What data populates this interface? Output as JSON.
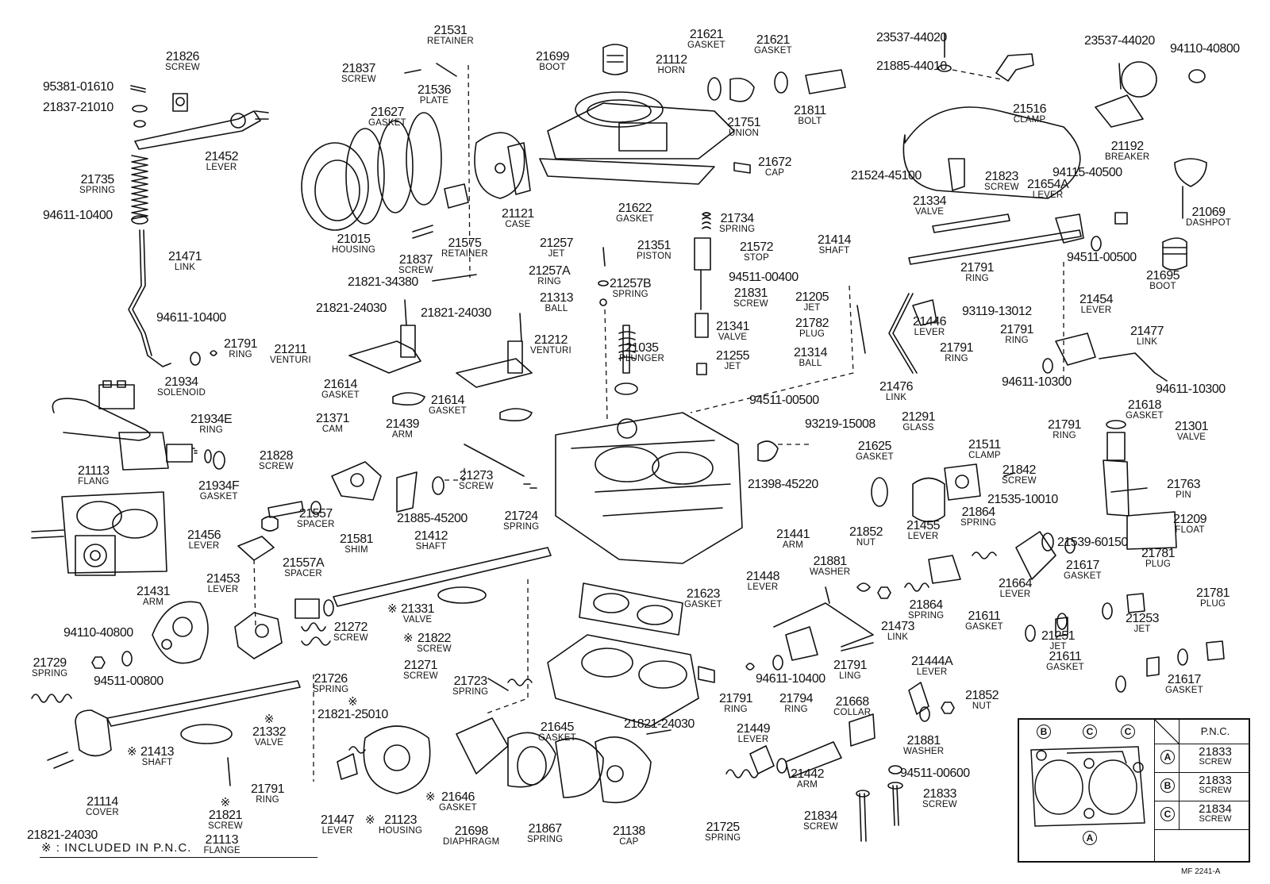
{
  "parts": [
    {
      "num": "21826",
      "name": "SCREW"
    },
    {
      "num": "95381-01610",
      "name": ""
    },
    {
      "num": "21837-21010",
      "name": ""
    },
    {
      "num": "21452",
      "name": "LEVER"
    },
    {
      "num": "21735",
      "name": "SPRING"
    },
    {
      "num": "94611-10400",
      "name": ""
    },
    {
      "num": "21471",
      "name": "LINK"
    },
    {
      "num": "94611-10400",
      "name": ""
    },
    {
      "num": "21791",
      "name": "RING"
    },
    {
      "num": "21934",
      "name": "SOLENOID"
    },
    {
      "num": "21934E",
      "name": "RING"
    },
    {
      "num": "21934F",
      "name": "GASKET"
    },
    {
      "num": "21113",
      "name": "FLANG"
    },
    {
      "num": "21531",
      "name": "RETAINER"
    },
    {
      "num": "21837",
      "name": "SCREW"
    },
    {
      "num": "21536",
      "name": "PLATE"
    },
    {
      "num": "21627",
      "name": "GASKET"
    },
    {
      "num": "21015",
      "name": "HOUSING"
    },
    {
      "num": "21575",
      "name": "RETAINER"
    },
    {
      "num": "21837",
      "name": "SCREW"
    },
    {
      "num": "21121",
      "name": "CASE"
    },
    {
      "num": "21821-34380",
      "name": ""
    },
    {
      "num": "21821-24030",
      "name": ""
    },
    {
      "num": "21211",
      "name": "VENTURI"
    },
    {
      "num": "21614",
      "name": "GASKET"
    },
    {
      "num": "21821-24030",
      "name": ""
    },
    {
      "num": "21212",
      "name": "VENTURI"
    },
    {
      "num": "21614",
      "name": "GASKET"
    },
    {
      "num": "21699",
      "name": "BOOT"
    },
    {
      "num": "21621",
      "name": "GASKET"
    },
    {
      "num": "21621",
      "name": "GASKET"
    },
    {
      "num": "21112",
      "name": "HORN"
    },
    {
      "num": "21811",
      "name": "BOLT"
    },
    {
      "num": "21751",
      "name": "UNION"
    },
    {
      "num": "21672",
      "name": "CAP"
    },
    {
      "num": "21622",
      "name": "GASKET"
    },
    {
      "num": "21257",
      "name": "JET"
    },
    {
      "num": "21257A",
      "name": "RING"
    },
    {
      "num": "21257B",
      "name": "SPRING"
    },
    {
      "num": "21313",
      "name": "BALL"
    },
    {
      "num": "21734",
      "name": "SPRING"
    },
    {
      "num": "21351",
      "name": "PISTON"
    },
    {
      "num": "21572",
      "name": "STOP"
    },
    {
      "num": "94511-00400",
      "name": ""
    },
    {
      "num": "21831",
      "name": "SCREW"
    },
    {
      "num": "21205",
      "name": "JET"
    },
    {
      "num": "21782",
      "name": "PLUG"
    },
    {
      "num": "21341",
      "name": "VALVE"
    },
    {
      "num": "21035",
      "name": "PLUNGER"
    },
    {
      "num": "21255",
      "name": "JET"
    },
    {
      "num": "21314",
      "name": "BALL"
    },
    {
      "num": "21371",
      "name": "CAM"
    },
    {
      "num": "21439",
      "name": "ARM"
    },
    {
      "num": "21828",
      "name": "SCREW"
    },
    {
      "num": "21557",
      "name": "SPACER"
    },
    {
      "num": "21885-45200",
      "name": ""
    },
    {
      "num": "21273",
      "name": "SCREW"
    },
    {
      "num": "21724",
      "name": "SPRING"
    },
    {
      "num": "21456",
      "name": "LEVER"
    },
    {
      "num": "21581",
      "name": "SHIM"
    },
    {
      "num": "21412",
      "name": "SHAFT"
    },
    {
      "num": "21557A",
      "name": "SPACER"
    },
    {
      "num": "21453",
      "name": "LEVER"
    },
    {
      "num": "21431",
      "name": "ARM"
    },
    {
      "num": "94110-40800",
      "name": ""
    },
    {
      "num": "94511-00800",
      "name": ""
    },
    {
      "num": "21729",
      "name": "SPRING"
    },
    {
      "num": "21331",
      "name": "VALVE",
      "star": true
    },
    {
      "num": "21272",
      "name": "SCREW"
    },
    {
      "num": "21726",
      "name": "SPRING"
    },
    {
      "num": "21822",
      "name": "SCREW",
      "star": true
    },
    {
      "num": "21271",
      "name": "SCREW"
    },
    {
      "num": "21723",
      "name": "SPRING"
    },
    {
      "num": "21821-25010",
      "name": "",
      "star": true
    },
    {
      "num": "21413",
      "name": "SHAFT",
      "star": true
    },
    {
      "num": "21332",
      "name": "VALVE",
      "star": true
    },
    {
      "num": "21114",
      "name": "COVER"
    },
    {
      "num": "21821-24030",
      "name": ""
    },
    {
      "num": "21821",
      "name": "SCREW",
      "star": true
    },
    {
      "num": "21791",
      "name": "RING"
    },
    {
      "num": "21447",
      "name": "LEVER"
    },
    {
      "num": "21123",
      "name": "HOUSING",
      "star": true
    },
    {
      "num": "21646",
      "name": "GASKET",
      "star": true
    },
    {
      "num": "21698",
      "name": "DIAPHRAGM"
    },
    {
      "num": "21645",
      "name": "GASKET"
    },
    {
      "num": "21867",
      "name": "SPRING"
    },
    {
      "num": "21138",
      "name": "CAP"
    },
    {
      "num": "21821-24030",
      "name": ""
    },
    {
      "num": "21623",
      "name": "GASKET"
    },
    {
      "num": "23537-44020",
      "name": ""
    },
    {
      "num": "21885-44010",
      "name": ""
    },
    {
      "num": "21516",
      "name": "CLAMP"
    },
    {
      "num": "23537-44020",
      "name": ""
    },
    {
      "num": "94110-40800",
      "name": ""
    },
    {
      "num": "21192",
      "name": "BREAKER"
    },
    {
      "num": "94115-40500",
      "name": ""
    },
    {
      "num": "21069",
      "name": "DASHPOT"
    },
    {
      "num": "21524-45100",
      "name": ""
    },
    {
      "num": "21823",
      "name": "SCREW"
    },
    {
      "num": "21334",
      "name": "VALVE"
    },
    {
      "num": "21654A",
      "name": "LEVER"
    },
    {
      "num": "21414",
      "name": "SHAFT"
    },
    {
      "num": "94511-00500",
      "name": ""
    },
    {
      "num": "21695",
      "name": "BOOT"
    },
    {
      "num": "21791",
      "name": "RING"
    },
    {
      "num": "93119-13012",
      "name": ""
    },
    {
      "num": "21446",
      "name": "LEVER"
    },
    {
      "num": "21454",
      "name": "LEVER"
    },
    {
      "num": "21791",
      "name": "RING"
    },
    {
      "num": "21791",
      "name": "RING"
    },
    {
      "num": "21477",
      "name": "LINK"
    },
    {
      "num": "21476",
      "name": "LINK"
    },
    {
      "num": "94611-10300",
      "name": ""
    },
    {
      "num": "94611-10300",
      "name": ""
    },
    {
      "num": "94511-00500",
      "name": ""
    },
    {
      "num": "93219-15008",
      "name": ""
    },
    {
      "num": "21291",
      "name": "GLASS"
    },
    {
      "num": "21791",
      "name": "RING"
    },
    {
      "num": "21618",
      "name": "GASKET"
    },
    {
      "num": "21301",
      "name": "VALVE"
    },
    {
      "num": "21625",
      "name": "GASKET"
    },
    {
      "num": "21511",
      "name": "CLAMP"
    },
    {
      "num": "21842",
      "name": "SCREW"
    },
    {
      "num": "21398-45220",
      "name": ""
    },
    {
      "num": "21535-10010",
      "name": ""
    },
    {
      "num": "21763",
      "name": "PIN"
    },
    {
      "num": "21209",
      "name": "FLOAT"
    },
    {
      "num": "21539-60150",
      "name": ""
    },
    {
      "num": "21441",
      "name": "ARM"
    },
    {
      "num": "21852",
      "name": "NUT"
    },
    {
      "num": "21455",
      "name": "LEVER"
    },
    {
      "num": "21864",
      "name": "SPRING"
    },
    {
      "num": "21881",
      "name": "WASHER"
    },
    {
      "num": "21448",
      "name": "LEVER"
    },
    {
      "num": "21864",
      "name": "SPRING"
    },
    {
      "num": "21664",
      "name": "LEVER"
    },
    {
      "num": "21617",
      "name": "GASKET"
    },
    {
      "num": "21781",
      "name": "PLUG"
    },
    {
      "num": "21781",
      "name": "PLUG"
    },
    {
      "num": "21611",
      "name": "GASKET"
    },
    {
      "num": "21251",
      "name": "JET"
    },
    {
      "num": "21253",
      "name": "JET"
    },
    {
      "num": "21473",
      "name": "LINK"
    },
    {
      "num": "21611",
      "name": "GASKET"
    },
    {
      "num": "21617",
      "name": "GASKET"
    },
    {
      "num": "94611-10400",
      "name": ""
    },
    {
      "num": "21791",
      "name": "LING"
    },
    {
      "num": "21444A",
      "name": "LEVER"
    },
    {
      "num": "21791",
      "name": "RING"
    },
    {
      "num": "21794",
      "name": "RING"
    },
    {
      "num": "21668",
      "name": "COLLAR"
    },
    {
      "num": "21852",
      "name": "NUT"
    },
    {
      "num": "21449",
      "name": "LEVER"
    },
    {
      "num": "21881",
      "name": "WASHER"
    },
    {
      "num": "21442",
      "name": "ARM"
    },
    {
      "num": "94511-00600",
      "name": ""
    },
    {
      "num": "21833",
      "name": "SCREW"
    },
    {
      "num": "21834",
      "name": "SCREW"
    },
    {
      "num": "21725",
      "name": "SPRING"
    }
  ],
  "legend": {
    "header": "P.N.C.",
    "rows": [
      {
        "code": "A",
        "num": "21833",
        "name": "SCREW"
      },
      {
        "code": "B",
        "num": "21833",
        "name": "SCREW"
      },
      {
        "code": "C",
        "num": "21834",
        "name": "SCREW"
      }
    ],
    "pic_marks": [
      "B",
      "C",
      "C",
      "A"
    ]
  },
  "footnote": {
    "text": "※ : INCLUDED  IN  P.N.C.",
    "num": "21113",
    "name": "FLANGE"
  },
  "diagram_code": "MF 2241-A"
}
